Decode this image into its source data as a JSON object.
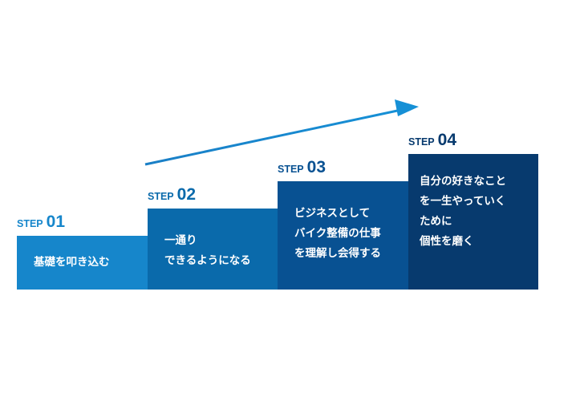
{
  "steps": [
    {
      "prefix": "STEP",
      "number": "01",
      "lines": [
        "基礎を叩き込む"
      ],
      "color": "#1686cb"
    },
    {
      "prefix": "STEP",
      "number": "02",
      "lines": [
        "一通り",
        "できるようになる"
      ],
      "color": "#0a6aab"
    },
    {
      "prefix": "STEP",
      "number": "03",
      "lines": [
        "ビジネスとして",
        "バイク整備の仕事",
        "を理解し会得する"
      ],
      "color": "#085192"
    },
    {
      "prefix": "STEP",
      "number": "04",
      "lines": [
        "自分の好きなこと",
        "を一生やっていく",
        "ために",
        "個性を磨く"
      ],
      "color": "#073a6e"
    }
  ]
}
